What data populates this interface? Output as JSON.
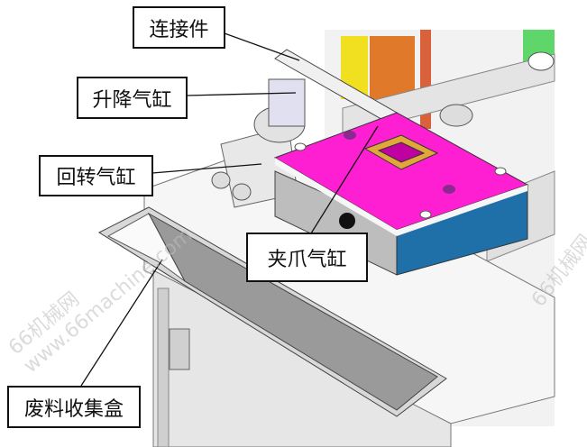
{
  "labels": {
    "connector": "连接件",
    "lift_cylinder": "升降气缸",
    "rotary_cylinder": "回转气缸",
    "gripper_cylinder": "夹爪气缸",
    "waste_box": "废料收集盒"
  },
  "watermark": {
    "main": "66机械网 www.66machine.com",
    "side": "66机械网"
  },
  "colors": {
    "top_plate": "#ff1fd2",
    "side_plate": "#1f6fa8",
    "frame": "#d9d9d9",
    "rod": "#d9623a"
  }
}
